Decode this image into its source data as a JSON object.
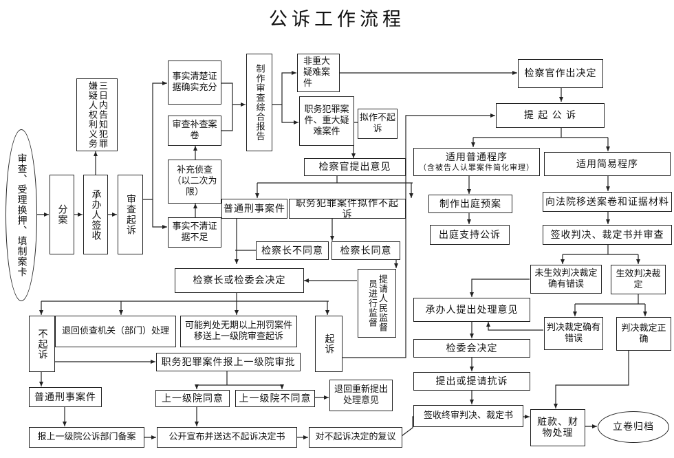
{
  "title": "公诉工作流程",
  "nodes": {
    "start": "审查、受理换押、填制案卡",
    "fenan": "分案",
    "chengban_qianshou": "承办人签收",
    "shencha_qisu": "审查起诉",
    "gaozhi": "三日内告知犯罪嫌疑人权利义务",
    "shishi_qingchu": "事实清楚证据确实充分",
    "shencha_buzha": "审查补查案卷",
    "buchong_zhencha": "补充侦查（以二次为限）",
    "shishi_buqing": "事实不清证据不足",
    "zhizuo_baogao": "制作审查综合报告",
    "fei_zhongda": "非重大疑难案件",
    "zhiwu_zhongda": "职务犯罪案件、重大疑难案件",
    "nichi_buqisu": "拟作不起诉",
    "jianchaguan_yijian": "检察官提出意见",
    "putong_xingshi1": "普通刑事案件",
    "zhiwu_nichi": "职务犯罪案件拟作不起诉",
    "jianchazhang_butongyi": "检察长不同意",
    "jianchazhang_tongyi": "检察长同意",
    "renmin_jiandu": "提请人民监督员进行监督",
    "jianweihui_jueding": "检察长或检委会决定",
    "buqisu": "不起诉",
    "tuihui_zhencha": "退回侦查机关（部门）处理",
    "wuqi_yishang": "可能判处无期以上刑罚案件移送上一级院审查起诉",
    "qisu": "起诉",
    "zhiwu_baopi": "职务犯罪案件报上一级院审批",
    "putong_xingshi2": "普通刑事案件",
    "shangji_tongyi": "上一级院同意",
    "shangji_butongyi": "上一级院不同意",
    "tuihui_chongxin": "退回重新提出处理意见",
    "beian": "报上一级院公诉部门备案",
    "gongkai_xuanbu": "公开宣布并送达不起诉决定书",
    "fuyi": "对不起诉决定的复议",
    "jianchaguan_jueding": "检察官作出决定",
    "tiqi_gongsu": "提 起 公 诉",
    "putong_chengxu": "适用普通程序",
    "putong_chengxu_sub": "（含被告人认罪案件简化审理）",
    "jianyi_chengxu": "适用简易程序",
    "chuting_yuan": "制作出庭预案",
    "yisong_juanzong": "向法院移送案卷和证据材料",
    "chuting_gongsu": "出庭支持公诉",
    "qianshou_panjue": "签收判决、裁定书并审查",
    "weishengxiao": "未生效判决裁定确有错误",
    "shengxiao": "生效判决裁定",
    "chengban_yijian": "承办人提出处理意见",
    "queyou_cuowu": "判决裁定确有错误",
    "zhengque": "判决裁定正确",
    "jianweihui": "检委会决定",
    "kangsu": "提出或提请抗诉",
    "zhongshen": "签收终审判决、裁定书",
    "zangkuan": "赃款、财物处理",
    "guidang": "立卷归档"
  }
}
